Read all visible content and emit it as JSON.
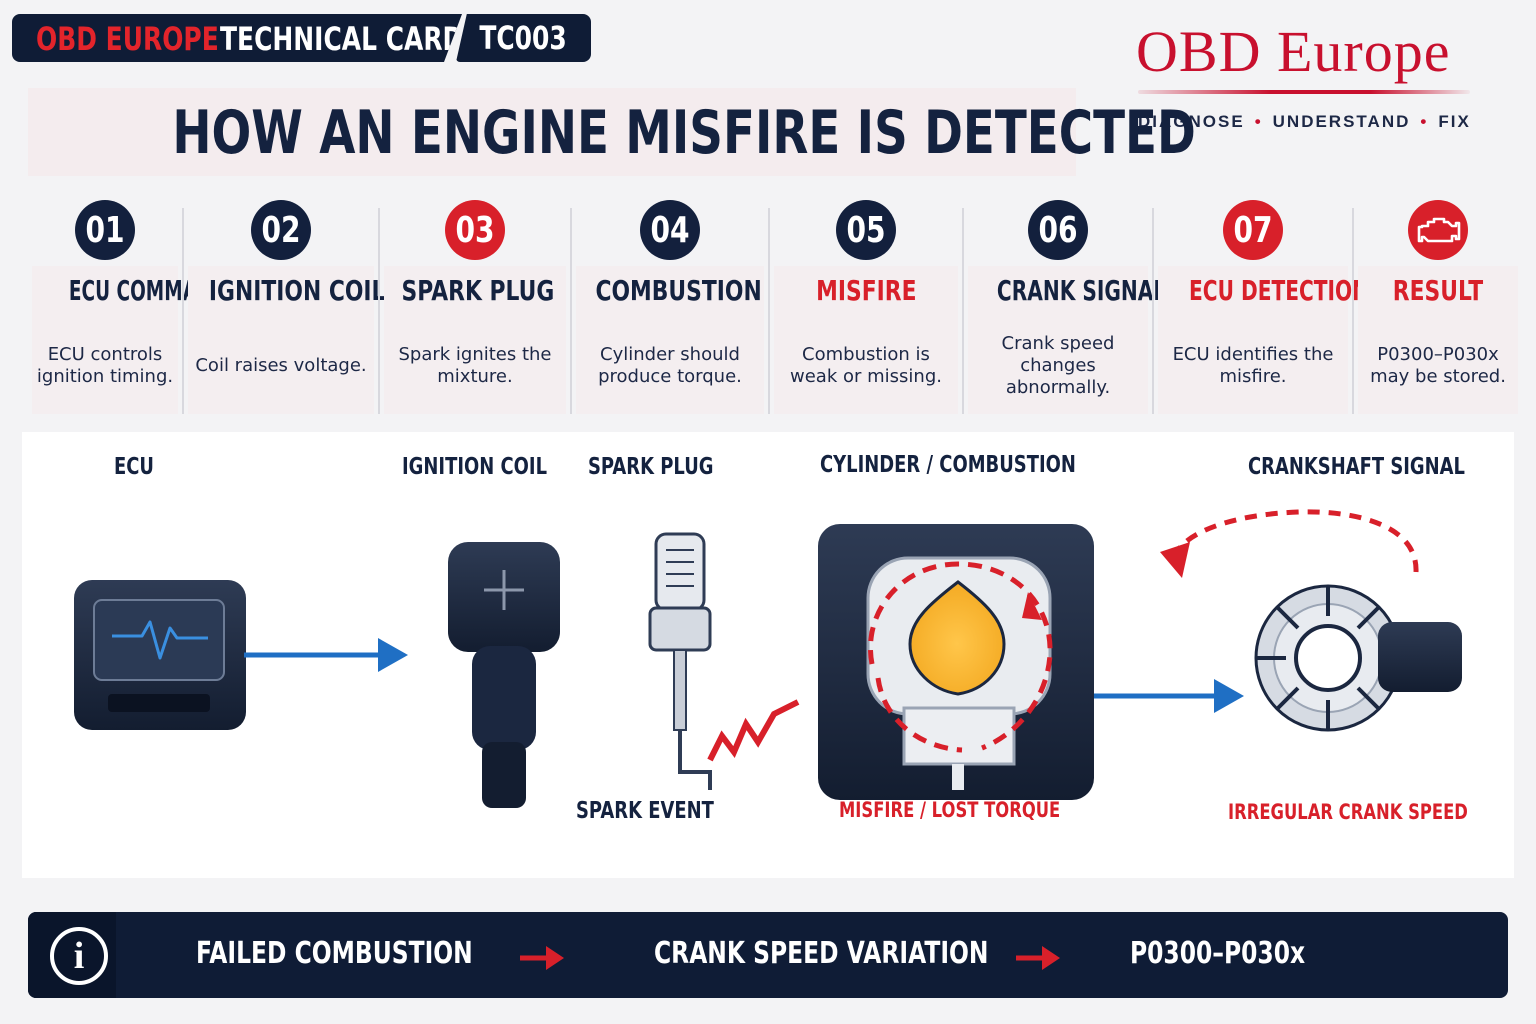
{
  "header": {
    "brand": "OBD EUROPE",
    "card_label": "TECHNICAL CARD",
    "card_code": "TC003"
  },
  "logo": {
    "name": "OBD Europe",
    "tagline": [
      "DIAGNOSE",
      "UNDERSTAND",
      "FIX"
    ]
  },
  "title": "HOW AN ENGINE MISFIRE IS DETECTED",
  "steps": [
    {
      "number": "01",
      "title": "ECU COMMAND",
      "desc": "ECU controls ignition timing."
    },
    {
      "number": "02",
      "title": "IGNITION COIL",
      "desc": "Coil raises voltage."
    },
    {
      "number": "03",
      "title": "SPARK PLUG",
      "desc": "Spark ignites the mixture."
    },
    {
      "number": "04",
      "title": "COMBUSTION",
      "desc": "Cylinder should produce torque."
    },
    {
      "number": "05",
      "title": "MISFIRE",
      "desc": "Combustion is weak or missing."
    },
    {
      "number": "06",
      "title": "CRANK SIGNAL",
      "desc": "Crank speed changes abnormally."
    },
    {
      "number": "07",
      "title": "ECU DETECTION",
      "desc": "ECU identifies the misfire."
    },
    {
      "number": "",
      "title": "RESULT",
      "desc": "P0300–P030x may be stored."
    }
  ],
  "diagram": {
    "ecu_label": "ECU",
    "coil_label": "IGNITION COIL",
    "plug_label": "SPARK PLUG",
    "cylinder_label": "CYLINDER / COMBUSTION",
    "crank_label": "CRANKSHAFT SIGNAL",
    "spark_event_label": "SPARK EVENT",
    "misfire_label": "MISFIRE / LOST TORQUE",
    "irregular_label": "IRREGULAR CRANK SPEED"
  },
  "summary": {
    "step1": "FAILED COMBUSTION",
    "step2": "CRANK SPEED VARIATION",
    "step3": "P0300–P030x"
  },
  "colors": {
    "navy": "#0f1c36",
    "red": "#d8202a",
    "blue_arrow": "#1f6fc4",
    "flame": "#f7b52c"
  }
}
